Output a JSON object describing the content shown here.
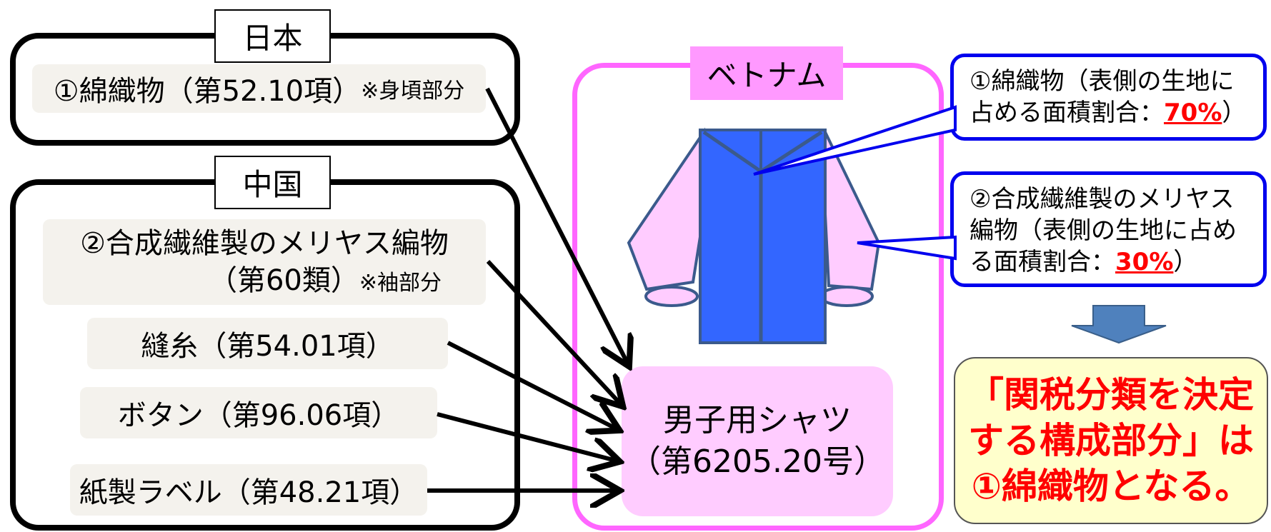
{
  "japan": {
    "tag": "日本",
    "item1": {
      "main": "①綿織物（第52.10項）",
      "note": "※身頃部分"
    }
  },
  "china": {
    "tag": "中国",
    "item2": {
      "line1": "②合成繊維製のメリヤス編物",
      "line2": "（第60類）",
      "note": "※袖部分"
    },
    "item3": "縫糸（第54.01項）",
    "item4": "ボタン（第96.06項）",
    "item5": "紙製ラベル（第48.21項）"
  },
  "vietnam": {
    "tag": "ベトナム",
    "product_line1": "男子用シャツ",
    "product_line2": "（第6205.20号）"
  },
  "callout1": {
    "line1": "①綿織物（表側の生地に",
    "line2_prefix": "占める面積割合：",
    "percent": "70%",
    "suffix": "）"
  },
  "callout2": {
    "line1": "②合成繊維製のメリヤス",
    "line2": "編物（表側の生地に占め",
    "line3_prefix": "る面積割合：",
    "percent": "30%",
    "suffix": "）"
  },
  "conclusion": {
    "line1": "「関税分類を決定",
    "line2": "する構成部分」は",
    "line3": "①綿織物となる。"
  },
  "colors": {
    "vietnam_border": "#ff66ff",
    "vietnam_tag": "#ff99ff",
    "product_box": "#ffccff",
    "shirt_body": "#3366ff",
    "shirt_sleeve": "#ffccff",
    "callout_border": "#0000ee",
    "conclusion_bg": "#ffffcc",
    "emphasis_text": "#ff0000",
    "down_arrow": "#4f81bd"
  }
}
